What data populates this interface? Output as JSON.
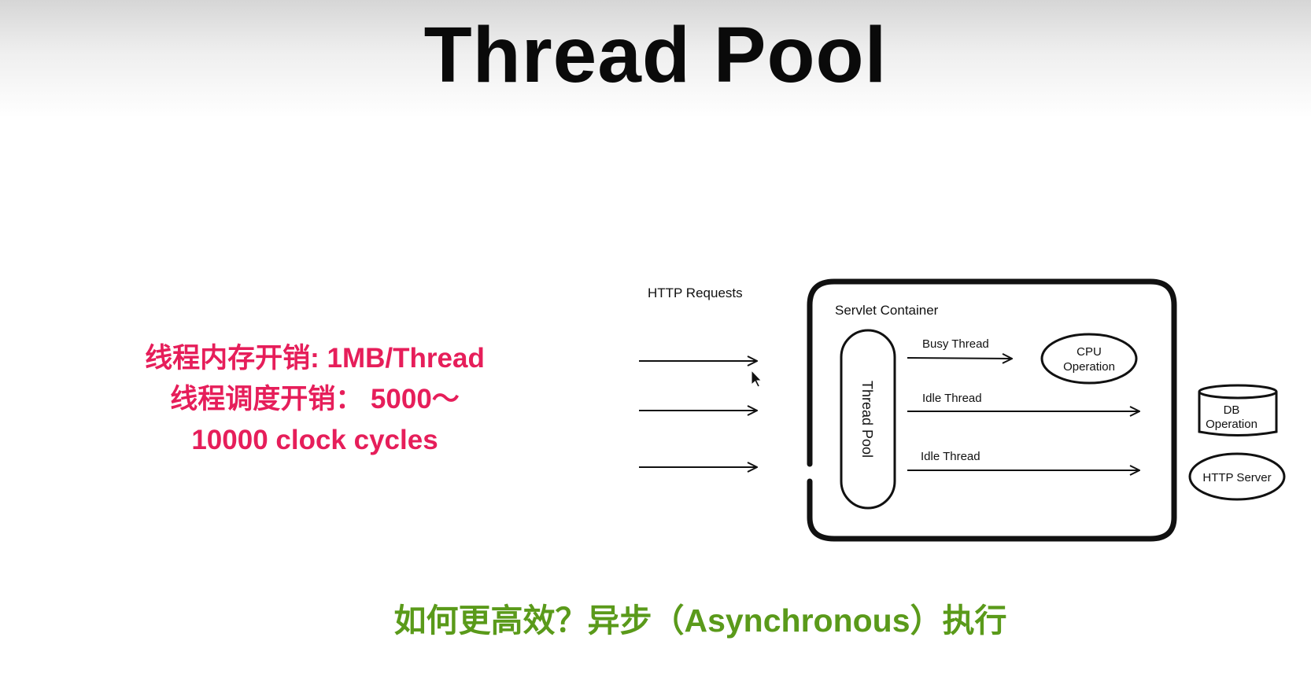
{
  "title": "Thread Pool",
  "notes": {
    "line1": "线程内存开销: 1MB/Thread",
    "line2": "线程调度开销： 5000～",
    "line3": "10000 clock cycles"
  },
  "bottom_text": "如何更高效？异步（Asynchronous）执行",
  "diagram": {
    "requests_label": "HTTP Requests",
    "container_label": "Servlet Container",
    "pool_label": "Thread Pool",
    "threads": [
      {
        "label": "Busy Thread"
      },
      {
        "label": "Idle Thread"
      },
      {
        "label": "Idle Thread"
      }
    ],
    "cpu_label": [
      "CPU",
      "Operation"
    ],
    "db_label": [
      "DB",
      "Operation"
    ],
    "http_server_label": "HTTP Server"
  }
}
